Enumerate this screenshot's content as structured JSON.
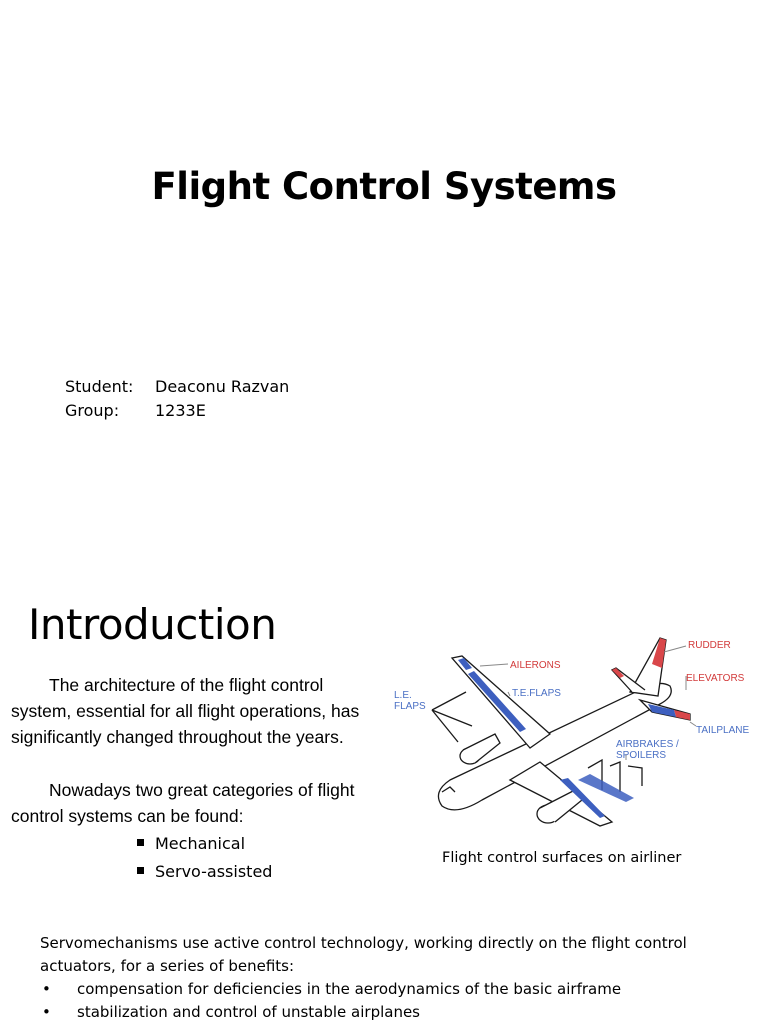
{
  "title": "Flight Control Systems",
  "student_label": "Student:",
  "student_value": "Deaconu Razvan",
  "group_label": "Group:",
  "group_value": "1233E",
  "intro_heading": "Introduction",
  "intro_para1": "The architecture of the flight control system, essential for all flight operations, has significantly changed throughout the years.",
  "intro_para2": "Nowadays two great categories of flight control systems can be found:",
  "categories": [
    "Mechanical",
    "Servo-assisted"
  ],
  "diagram": {
    "labels": {
      "rudder": "RUDDER",
      "ailerons": "AILERONS",
      "elevators": "ELEVATORS",
      "le_flaps_1": "L.E.",
      "le_flaps_2": "FLAPS",
      "te_flaps": "T.E.FLAPS",
      "tailplane": "TAILPLANE",
      "airbrakes_1": "AIRBRAKES /",
      "airbrakes_2": "SPOILERS"
    },
    "colors": {
      "label_red": "#d23a3a",
      "label_blue": "#4a6fc4",
      "surface_blue": "#3d5fbf",
      "surface_red": "#d9474a"
    }
  },
  "caption": "Flight control surfaces on airliner",
  "servo_intro": "Servomechanisms use active control technology, working directly on the flight control actuators, for a series of benefits:",
  "benefits": [
    "compensation for deficiencies in the aerodynamics of the basic airframe",
    "stabilization and control of unstable airplanes"
  ]
}
